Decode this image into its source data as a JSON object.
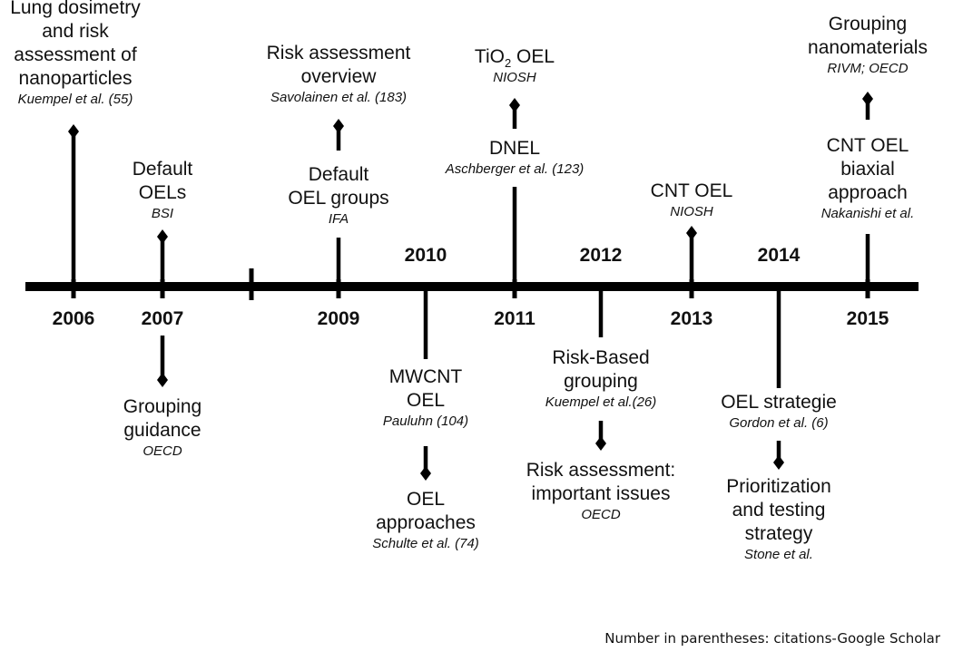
{
  "years": {
    "y2006": "2006",
    "y2007": "2007",
    "y2009": "2009",
    "y2010": "2010",
    "y2011": "2011",
    "y2012": "2012",
    "y2013": "2013",
    "y2014": "2014",
    "y2015": "2015"
  },
  "events": {
    "lung": {
      "title_l1": "Lung dosimetry",
      "title_l2": "and risk",
      "title_l3": "assessment of",
      "title_l4": "nanoparticles",
      "cite": "Kuempel et al. (55)"
    },
    "default_oels": {
      "title_l1": "Default",
      "title_l2": "OELs",
      "cite": "BSI"
    },
    "grouping_guidance": {
      "title_l1": "Grouping",
      "title_l2": "guidance",
      "cite": "OECD"
    },
    "risk_overview": {
      "title_l1": "Risk assessment",
      "title_l2": "overview",
      "cite": "Savolainen et al. (183)"
    },
    "default_oel_groups": {
      "title_l1": "Default",
      "title_l2": "OEL groups",
      "cite": "IFA"
    },
    "mwcnt": {
      "title_l1": "MWCNT",
      "title_l2": "OEL",
      "cite": "Pauluhn (104)"
    },
    "oel_approaches": {
      "title_l1": "OEL",
      "title_l2": "approaches",
      "cite": "Schulte et al. (74)"
    },
    "tio2": {
      "title_pre": "TiO",
      "title_sub": "2",
      "title_post": " OEL",
      "cite": "NIOSH"
    },
    "dnel": {
      "title_l1": "DNEL",
      "cite": "Aschberger et al. (123)"
    },
    "risk_based": {
      "title_l1": "Risk-Based",
      "title_l2": "grouping",
      "cite": "Kuempel et al.(26)"
    },
    "risk_issues": {
      "title_l1": "Risk assessment:",
      "title_l2": "important issues",
      "cite": "OECD"
    },
    "cnt_oel": {
      "title_l1": "CNT OEL",
      "cite": "NIOSH"
    },
    "oel_strategie": {
      "title_l1": "OEL strategie",
      "cite": "Gordon et al. (6)"
    },
    "prioritization": {
      "title_l1": "Prioritization",
      "title_l2": "and testing",
      "title_l3": "strategy",
      "cite": "Stone et al."
    },
    "grouping_nano": {
      "title_l1": "Grouping",
      "title_l2": "nanomaterials",
      "cite": "RIVM; OECD"
    },
    "cnt_biaxial": {
      "title_l1": "CNT OEL",
      "title_l2": "biaxial",
      "title_l3": "approach",
      "cite": "Nakanishi et al."
    }
  },
  "footnote": "Number in parentheses: citations-Google Scholar"
}
